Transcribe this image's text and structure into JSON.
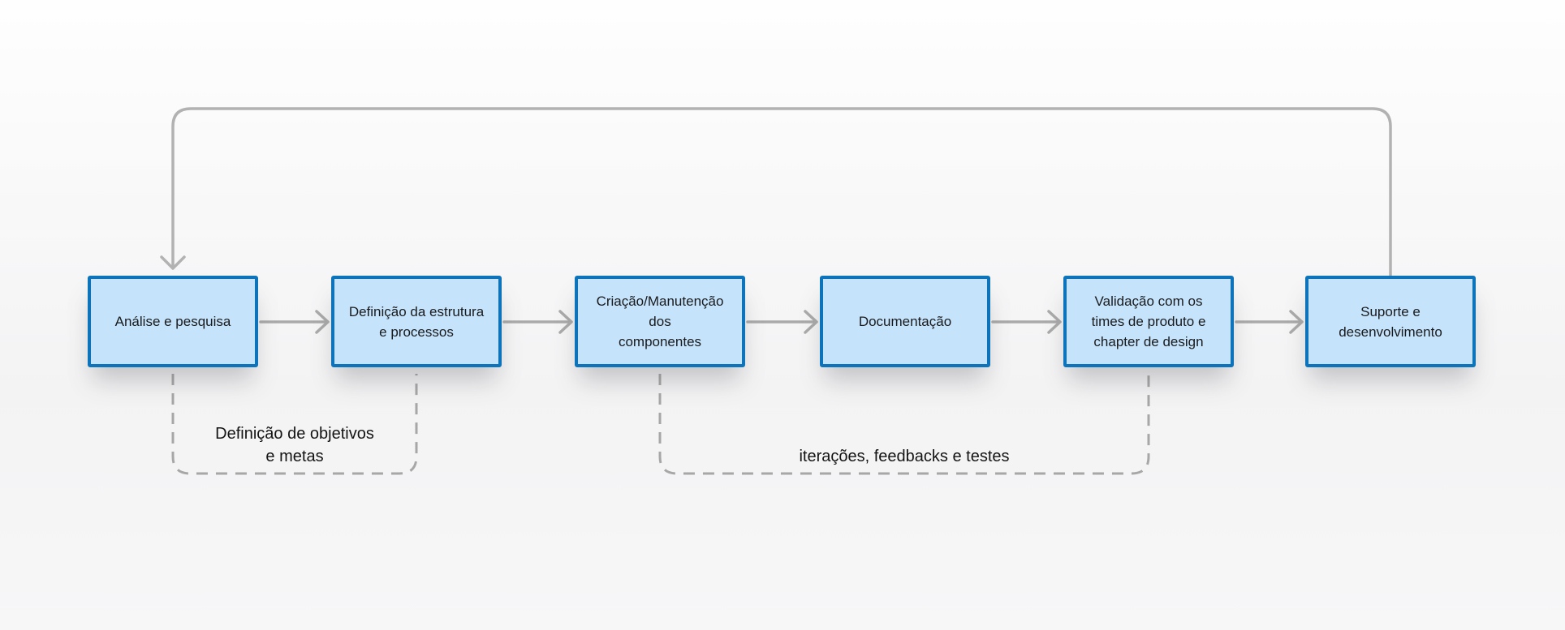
{
  "diagram": {
    "steps": [
      {
        "label": "Análise e pesquisa"
      },
      {
        "label": "Definição da estrutura\ne processos"
      },
      {
        "label": "Criação/Manutenção\ndos\ncomponentes"
      },
      {
        "label": "Documentação"
      },
      {
        "label": "Validação com os\ntimes de produto e\nchapter de design"
      },
      {
        "label": "Suporte e\ndesenvolvimento"
      }
    ],
    "annotations": [
      {
        "label": "Definição de objetivos\ne metas"
      },
      {
        "label": "iterações, feedbacks e testes"
      }
    ],
    "colors": {
      "box_fill": "#c5e4fc",
      "box_border": "#0d73ba",
      "box_text": "#1a1a1c",
      "arrow_gray": "#aaaaaa",
      "loop_gray": "#b2b2b2",
      "dashed_gray": "#a7a7a7",
      "annotation_text": "#141414",
      "background": "#f6f6f7"
    }
  }
}
